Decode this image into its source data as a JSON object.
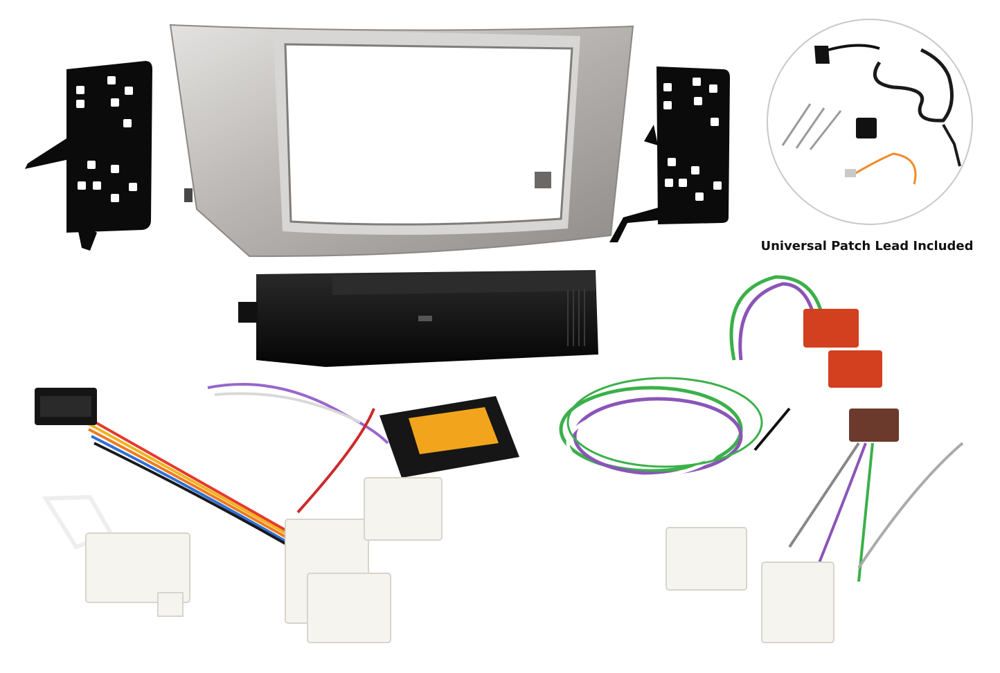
{
  "caption": {
    "patch_lead_text": "Universal Patch Lead Included"
  },
  "colors": {
    "background": "#ffffff",
    "fascia_silver": "#b9b6b3",
    "bracket_black": "#0b0b0b",
    "connector_white": "#f6f4ef",
    "iso_red": "#d2401f",
    "iso_brown": "#6b3a2c",
    "interface_label_orange": "#f2a51c",
    "wire_green": "#3bb04a",
    "wire_purple": "#8a55b8"
  },
  "items": [
    {
      "icon": "dash-fascia-panel"
    },
    {
      "icon": "mounting-bracket"
    },
    {
      "icon": "storage-pocket"
    },
    {
      "icon": "steering-control-interface"
    },
    {
      "icon": "amplifier-bypass-harness"
    },
    {
      "icon": "patch-lead"
    }
  ]
}
